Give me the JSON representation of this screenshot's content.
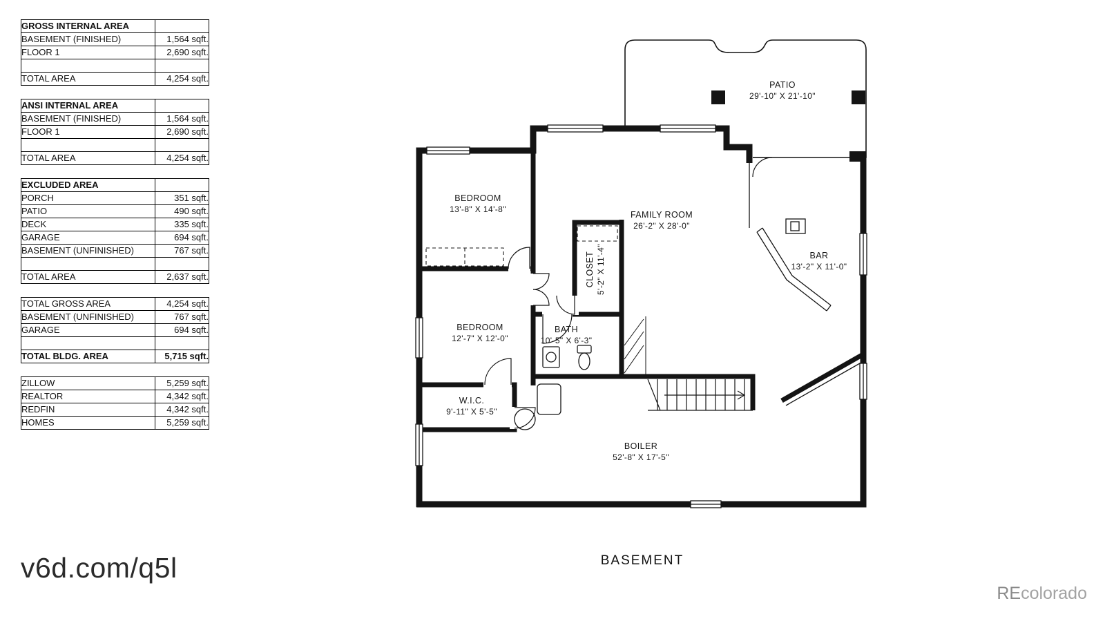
{
  "page": {
    "url_text": "v6d.com/q5l",
    "floor_label": "BASEMENT",
    "watermark_bold": "RE",
    "watermark_light": "colorado"
  },
  "tables": {
    "gross": {
      "header": "GROSS INTERNAL AREA",
      "rows": [
        {
          "label": "BASEMENT (FINISHED)",
          "value": "1,564 sqft."
        },
        {
          "label": "FLOOR 1",
          "value": "2,690 sqft."
        },
        {
          "label": "",
          "value": ""
        },
        {
          "label": "TOTAL AREA",
          "value": "4,254 sqft."
        }
      ]
    },
    "ansi": {
      "header": "ANSI INTERNAL AREA",
      "rows": [
        {
          "label": "BASEMENT (FINISHED)",
          "value": "1,564 sqft."
        },
        {
          "label": "FLOOR 1",
          "value": "2,690 sqft."
        },
        {
          "label": "",
          "value": ""
        },
        {
          "label": "TOTAL AREA",
          "value": "4,254 sqft."
        }
      ]
    },
    "excluded": {
      "header": "EXCLUDED AREA",
      "rows": [
        {
          "label": "PORCH",
          "value": "351 sqft."
        },
        {
          "label": "PATIO",
          "value": "490 sqft."
        },
        {
          "label": "DECK",
          "value": "335 sqft."
        },
        {
          "label": "GARAGE",
          "value": "694 sqft."
        },
        {
          "label": "BASEMENT (UNFINISHED)",
          "value": "767 sqft."
        },
        {
          "label": "",
          "value": ""
        },
        {
          "label": "TOTAL AREA",
          "value": "2,637 sqft."
        }
      ]
    },
    "totals": {
      "rows": [
        {
          "label": "TOTAL GROSS AREA",
          "value": "4,254 sqft."
        },
        {
          "label": "BASEMENT (UNFINISHED)",
          "value": "767 sqft."
        },
        {
          "label": "GARAGE",
          "value": "694 sqft."
        },
        {
          "label": "",
          "value": ""
        },
        {
          "label": "TOTAL BLDG. AREA",
          "value": "5,715 sqft."
        }
      ]
    },
    "listings": {
      "rows": [
        {
          "label": "ZILLOW",
          "value": "5,259 sqft."
        },
        {
          "label": "REALTOR",
          "value": "4,342 sqft."
        },
        {
          "label": "REDFIN",
          "value": "4,342 sqft."
        },
        {
          "label": "HOMES",
          "value": "5,259 sqft."
        }
      ]
    }
  },
  "rooms": [
    {
      "name": "PATIO",
      "dims": "29'-10\" X 21'-10\""
    },
    {
      "name": "BEDROOM",
      "dims": "13'-8\" X 14'-8\""
    },
    {
      "name": "FAMILY ROOM",
      "dims": "26'-2\" X 28'-0\""
    },
    {
      "name": "CLOSET",
      "dims": "5'-2\" X 11'-4\""
    },
    {
      "name": "BAR",
      "dims": "13'-2\" X 11'-0\""
    },
    {
      "name": "BEDROOM",
      "dims": "12'-7\" X 12'-0\""
    },
    {
      "name": "BATH",
      "dims": "10'-5\" X 6'-3\""
    },
    {
      "name": "W.I.C.",
      "dims": "9'-11\" X 5'-5\""
    },
    {
      "name": "BOILER",
      "dims": "52'-8\" X 17'-5\""
    }
  ]
}
